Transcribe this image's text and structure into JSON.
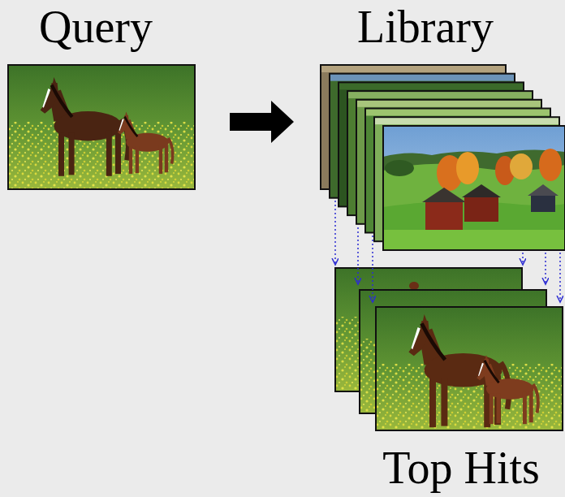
{
  "diagram": {
    "nodes": [
      {
        "text": [
          "Query"
        ]
      },
      {
        "text": [
          "Library"
        ]
      },
      {
        "text": [
          "Top Hits"
        ]
      }
    ],
    "edges": [
      {
        "from": 0,
        "to": 1,
        "arrow": "to"
      },
      {
        "from": 1,
        "to": 2,
        "arrow": "to"
      },
      {
        "from": 1,
        "to": 2,
        "arrow": "to"
      },
      {
        "from": 1,
        "to": 2,
        "arrow": "to"
      },
      {
        "from": 1,
        "to": 2,
        "arrow": "to"
      },
      {
        "from": 1,
        "to": 2,
        "arrow": "to"
      },
      {
        "from": 1,
        "to": 2,
        "arrow": "to"
      }
    ]
  }
}
